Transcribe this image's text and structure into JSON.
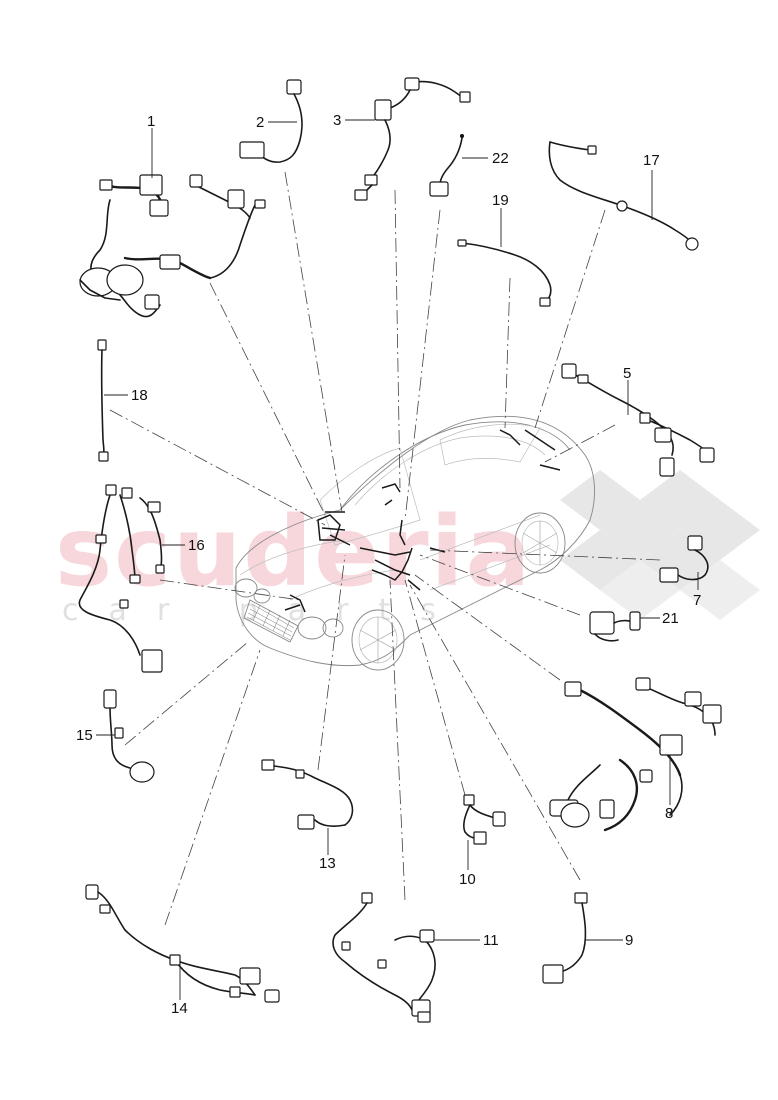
{
  "watermark": {
    "brand": "scuderia",
    "tagline": "car parts"
  },
  "callouts": [
    {
      "id": "1",
      "label": "1"
    },
    {
      "id": "2",
      "label": "2"
    },
    {
      "id": "3",
      "label": "3"
    },
    {
      "id": "22",
      "label": "22"
    },
    {
      "id": "17",
      "label": "17"
    },
    {
      "id": "19",
      "label": "19"
    },
    {
      "id": "18",
      "label": "18"
    },
    {
      "id": "5",
      "label": "5"
    },
    {
      "id": "16",
      "label": "16"
    },
    {
      "id": "7",
      "label": "7"
    },
    {
      "id": "21",
      "label": "21"
    },
    {
      "id": "15",
      "label": "15"
    },
    {
      "id": "8",
      "label": "8"
    },
    {
      "id": "13",
      "label": "13"
    },
    {
      "id": "10",
      "label": "10"
    },
    {
      "id": "9",
      "label": "9"
    },
    {
      "id": "11",
      "label": "11"
    },
    {
      "id": "14",
      "label": "14"
    }
  ]
}
